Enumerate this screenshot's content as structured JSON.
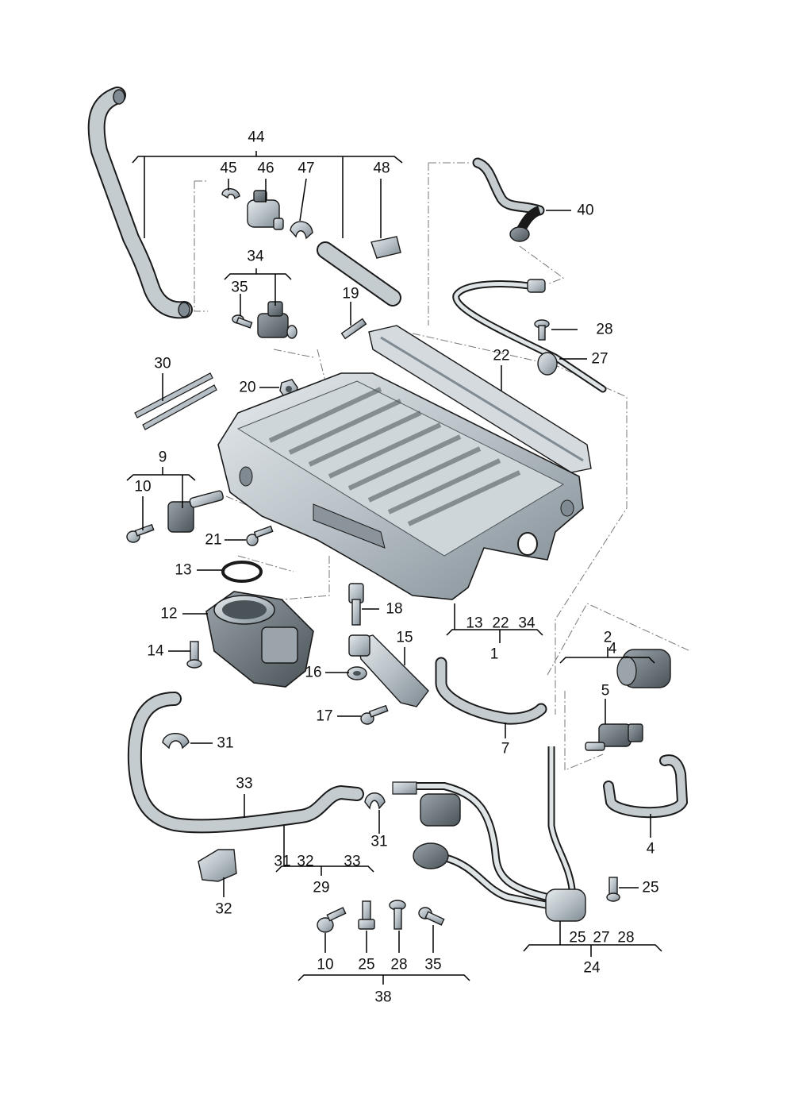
{
  "labels": {
    "l44": "44",
    "l45": "45",
    "l46": "46",
    "l47": "47",
    "l48": "48",
    "l40": "40",
    "l34": "34",
    "l35": "35",
    "l19": "19",
    "l28a": "28",
    "l27": "27",
    "l22": "22",
    "l30": "30",
    "l20": "20",
    "l9": "9",
    "l10a": "10",
    "l21": "21",
    "l13a": "13",
    "l12": "12",
    "l18": "18",
    "l14": "14",
    "l15": "15",
    "l16": "16",
    "l17": "17",
    "l13b": "13",
    "l22b": "22",
    "l34b": "34",
    "l1": "1",
    "l2": "2",
    "l4a": "4",
    "l5": "5",
    "l7": "7",
    "l31a": "31",
    "l33": "33",
    "l31b": "31",
    "l4b": "4",
    "l31c": "31",
    "l32a": "32",
    "l33b": "33",
    "l29": "29",
    "l32b": "32",
    "l25a": "25",
    "l10b": "10",
    "l25b": "25",
    "l28b": "28",
    "l35b": "35",
    "l38": "38",
    "l25c": "25",
    "l27b": "27",
    "l28c": "28",
    "l24": "24"
  }
}
